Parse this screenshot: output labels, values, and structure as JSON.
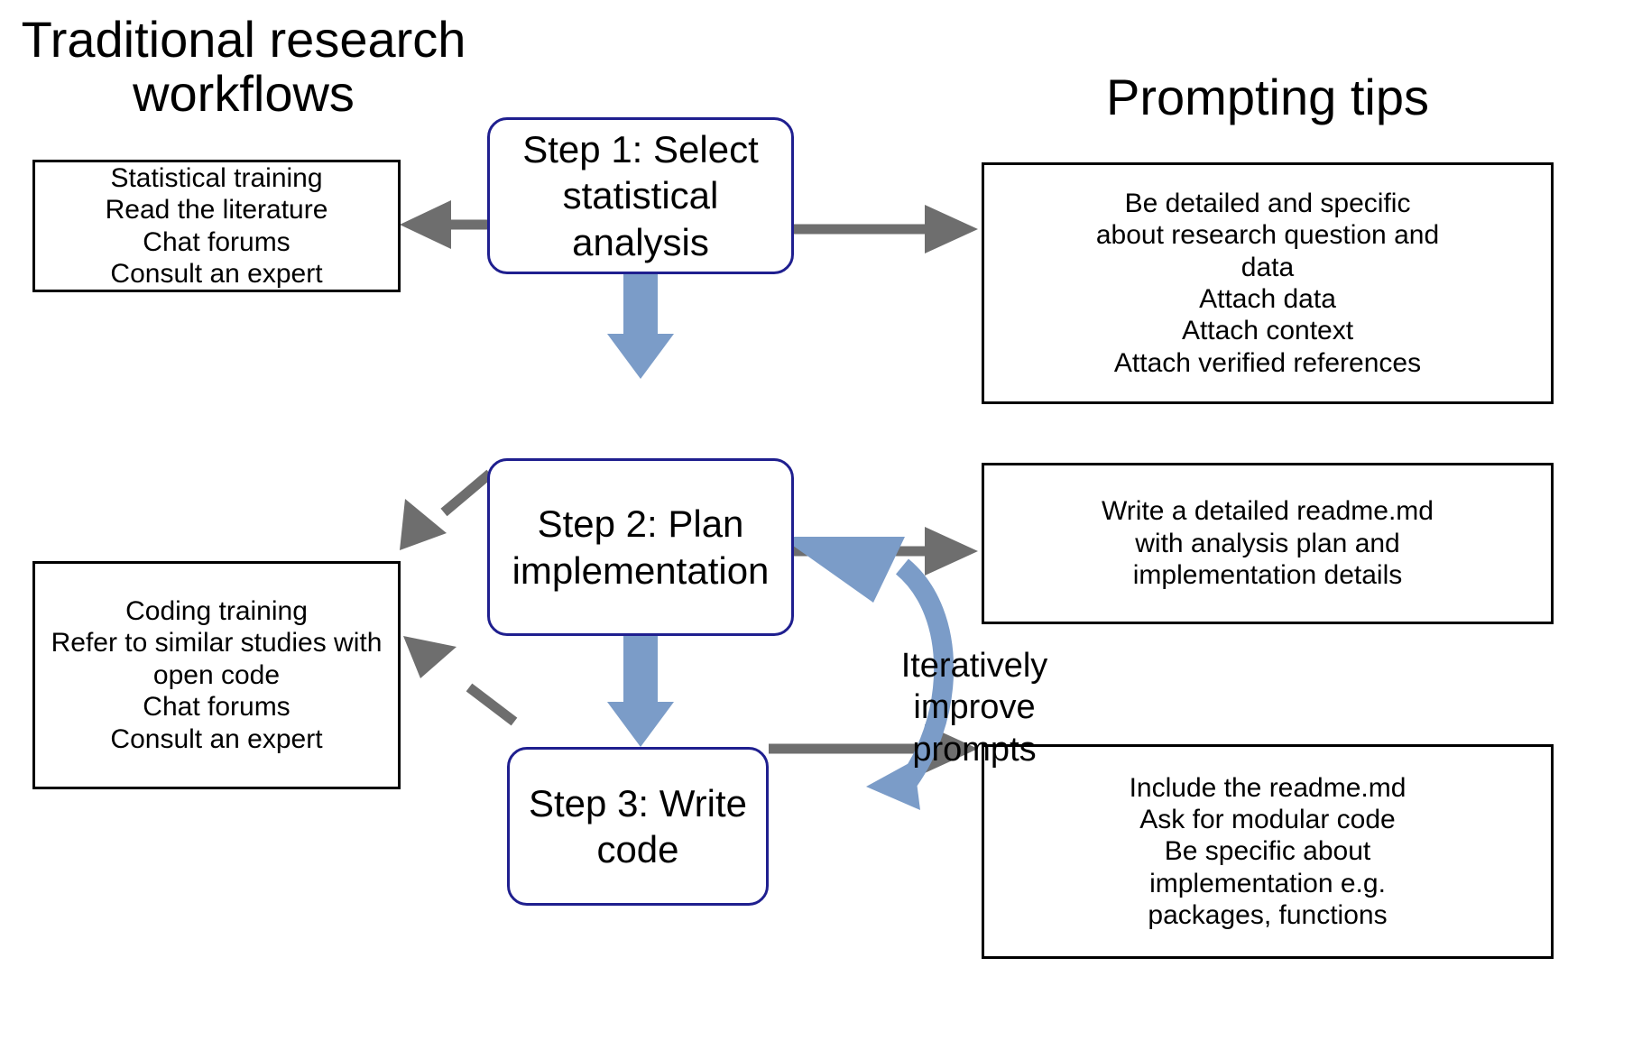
{
  "diagram": {
    "title_left": "Traditional research\nworkflows",
    "title_right": "Prompting tips",
    "steps": [
      {
        "id": "step-1",
        "label": "Step 1: Select\nstatistical\nanalysis"
      },
      {
        "id": "step-2",
        "label": "Step 2: Plan\nimplementation"
      },
      {
        "id": "step-3",
        "label": "Step 3: Write\ncode"
      }
    ],
    "traditional_boxes": [
      {
        "id": "traditional-step1",
        "text": "Statistical training\nRead the literature\nChat forums\nConsult an expert"
      },
      {
        "id": "traditional-step2",
        "text": "Coding training\nRefer to similar studies with\nopen code\nChat forums\nConsult an expert"
      }
    ],
    "prompting_boxes": [
      {
        "id": "prompting-step1",
        "text": "Be detailed and specific\nabout research question and\ndata\nAttach data\nAttach context\nAttach verified references"
      },
      {
        "id": "prompting-step2",
        "text": "Write a detailed readme.md\nwith analysis plan and\nimplementation details"
      },
      {
        "id": "prompting-step3",
        "text": "Include the readme.md\nAsk for modular code\nBe specific about\nimplementation e.g.\npackages, functions"
      }
    ],
    "loop_label": "Iteratively\nimprove\nprompts",
    "colors": {
      "step_border": "#1f1f8f",
      "box_border": "#000000",
      "gray_arrow": "#6e6e6e",
      "blue_arrow": "#7b9cc8",
      "background": "#ffffff",
      "text": "#000000"
    }
  }
}
